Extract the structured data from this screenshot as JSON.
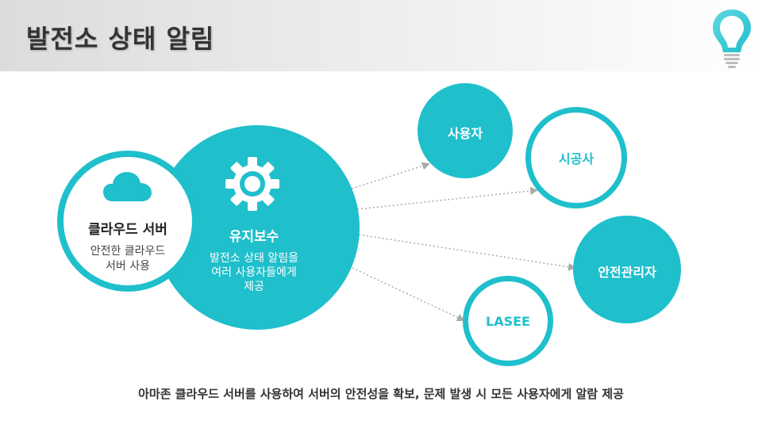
{
  "header": {
    "title": "발전소 상태 알림"
  },
  "icons": {
    "logo": "lightbulb-icon",
    "cloud": "cloud-icon",
    "gear": "gear-icon"
  },
  "colors": {
    "accent": "#1fbfcc",
    "arrow": "#aaaaaa",
    "text_dark": "#333333"
  },
  "cloud_server": {
    "title": "클라우드 서버",
    "desc_line1": "안전한 클라우드",
    "desc_line2": "서버 사용"
  },
  "maintenance": {
    "title": "유지보수",
    "desc_line1": "발전소 상태 알림을",
    "desc_line2": "여러 사용자들에게",
    "desc_line3": "제공"
  },
  "recipients": {
    "user": "사용자",
    "contractor": "시공사",
    "safety_manager": "안전관리자",
    "lasee": "LASEE"
  },
  "footer": {
    "text": "아마존 클라우드 서버를 사용하여 서버의 안전성을 확보, 문제 발생 시 모든 사용자에게 알람 제공"
  }
}
